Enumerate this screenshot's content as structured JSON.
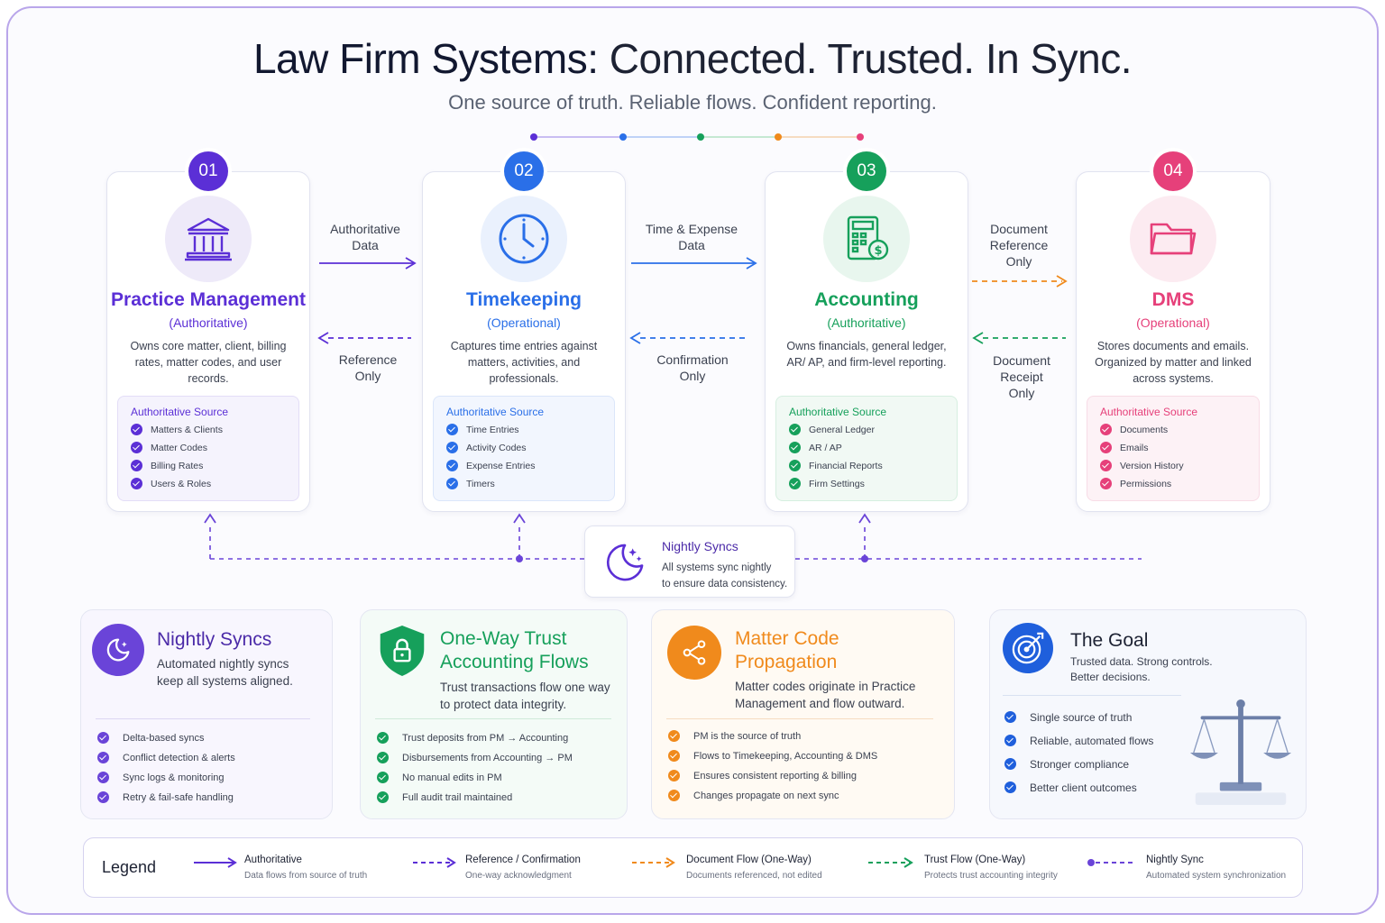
{
  "title": {
    "bold": "Law Firm Systems:",
    "rest": " Connected. Trusted. In Sync.",
    "subtitle": "One source of truth. Reliable flows. Confident reporting."
  },
  "colors": {
    "purple": "#5b2fd6",
    "blue": "#2a6fe8",
    "green": "#16a05b",
    "orange": "#f08a1c",
    "pink": "#e6407a"
  },
  "systems": [
    {
      "num": "01",
      "name": "Practice Management",
      "role": "(Authoritative)",
      "desc": "Owns core matter, client, billing rates, matter codes, and user records.",
      "icon": "bank-icon",
      "source_title": "Authoritative Source",
      "items": [
        "Matters & Clients",
        "Matter Codes",
        "Billing Rates",
        "Users & Roles"
      ]
    },
    {
      "num": "02",
      "name": "Timekeeping",
      "role": "(Operational)",
      "desc": "Captures time entries against matters, activities, and professionals.",
      "icon": "clock-icon",
      "source_title": "Authoritative Source",
      "items": [
        "Time Entries",
        "Activity Codes",
        "Expense Entries",
        "Timers"
      ]
    },
    {
      "num": "03",
      "name": "Accounting",
      "role": "(Authoritative)",
      "desc": "Owns financials, general ledger, AR/ AP, and firm-level reporting.",
      "icon": "calculator-icon",
      "source_title": "Authoritative Source",
      "items": [
        "General Ledger",
        "AR / AP",
        "Financial Reports",
        "Firm Settings"
      ]
    },
    {
      "num": "04",
      "name": "DMS",
      "role": "(Operational)",
      "desc": "Stores documents and emails. Organized by matter and linked across systems.",
      "icon": "folder-icon",
      "source_title": "Authoritative Source",
      "items": [
        "Documents",
        "Emails",
        "Version History",
        "Permissions"
      ]
    }
  ],
  "flows": {
    "f1_top": [
      "Authoritative",
      "Data"
    ],
    "f1_bottom": [
      "Reference",
      "Only"
    ],
    "f2_top": [
      "Time & Expense",
      "Data"
    ],
    "f2_bottom": [
      "Confirmation",
      "Only"
    ],
    "f3_top": [
      "Document",
      "Reference",
      "Only"
    ],
    "f3_bottom": [
      "Document",
      "Receipt",
      "Only"
    ]
  },
  "nightly_box": {
    "title": "Nightly Syncs",
    "desc": [
      "All systems sync nightly",
      "to ensure data consistency."
    ],
    "icon": "moon-stars-icon"
  },
  "features": [
    {
      "title": [
        "Nightly Syncs"
      ],
      "desc": [
        "Automated nightly syncs",
        "keep all systems aligned."
      ],
      "icon": "moon-icon",
      "items": [
        "Delta-based syncs",
        "Conflict detection & alerts",
        "Sync logs & monitoring",
        "Retry & fail-safe handling"
      ]
    },
    {
      "title": [
        "One-Way Trust",
        "Accounting Flows"
      ],
      "desc": [
        "Trust transactions flow one way",
        "to protect data integrity."
      ],
      "icon": "shield-lock-icon",
      "items": [
        "Trust deposits from PM → Accounting",
        "Disbursements from Accounting → PM",
        "No manual edits in PM",
        "Full audit trail maintained"
      ]
    },
    {
      "title": [
        "Matter Code",
        "Propagation"
      ],
      "desc": [
        "Matter codes originate in Practice",
        "Management and flow outward."
      ],
      "icon": "share-icon",
      "items": [
        "PM is the source of truth",
        "Flows to Timekeeping, Accounting & DMS",
        "Ensures consistent reporting & billing",
        "Changes propagate on next sync"
      ]
    },
    {
      "title": [
        "The Goal"
      ],
      "desc": [
        "Trusted data. Strong controls.",
        "Better decisions."
      ],
      "icon": "target-icon",
      "items": [
        "Single source of truth",
        "Reliable, automated flows",
        "Stronger compliance",
        "Better client outcomes"
      ]
    }
  ],
  "legend": {
    "title": "Legend",
    "items": [
      {
        "name": "Authoritative",
        "sub": "Data flows from source of truth"
      },
      {
        "name": "Reference / Confirmation",
        "sub": "One-way acknowledgment"
      },
      {
        "name": "Document Flow (One-Way)",
        "sub": "Documents referenced, not edited"
      },
      {
        "name": "Trust Flow (One-Way)",
        "sub": "Protects trust accounting integrity"
      },
      {
        "name": "Nightly Sync",
        "sub": "Automated system synchronization"
      }
    ]
  }
}
